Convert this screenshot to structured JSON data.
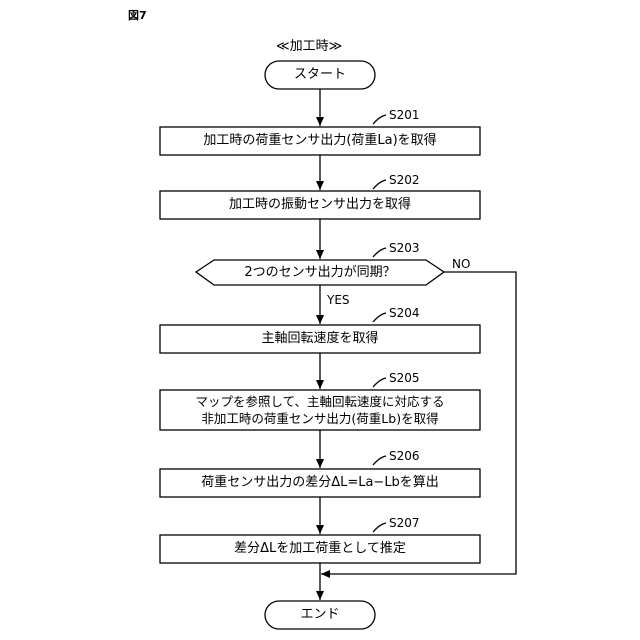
{
  "figure_label": "図7",
  "title": "≪加工時≫",
  "start": "スタート",
  "end": "エンド",
  "steps": [
    {
      "id": "S201",
      "lines": [
        "加工時の荷重センサ出力(荷重La)を取得"
      ]
    },
    {
      "id": "S202",
      "lines": [
        "加工時の振動センサ出力を取得"
      ]
    },
    {
      "id": "S203",
      "lines": [
        "2つのセンサ出力が同期？"
      ]
    },
    {
      "id": "S204",
      "lines": [
        "主軸回転速度を取得"
      ]
    },
    {
      "id": "S205",
      "lines": [
        "マップを参照して、主軸回転速度に対応する",
        "非加工時の荷重センサ出力(荷重Lb)を取得"
      ]
    },
    {
      "id": "S206",
      "lines": [
        "荷重センサ出力の差分ΔL=La−Lbを算出"
      ]
    },
    {
      "id": "S207",
      "lines": [
        "差分ΔLを加工荷重として推定"
      ]
    }
  ],
  "branch": {
    "yes": "YES",
    "no": "NO"
  }
}
